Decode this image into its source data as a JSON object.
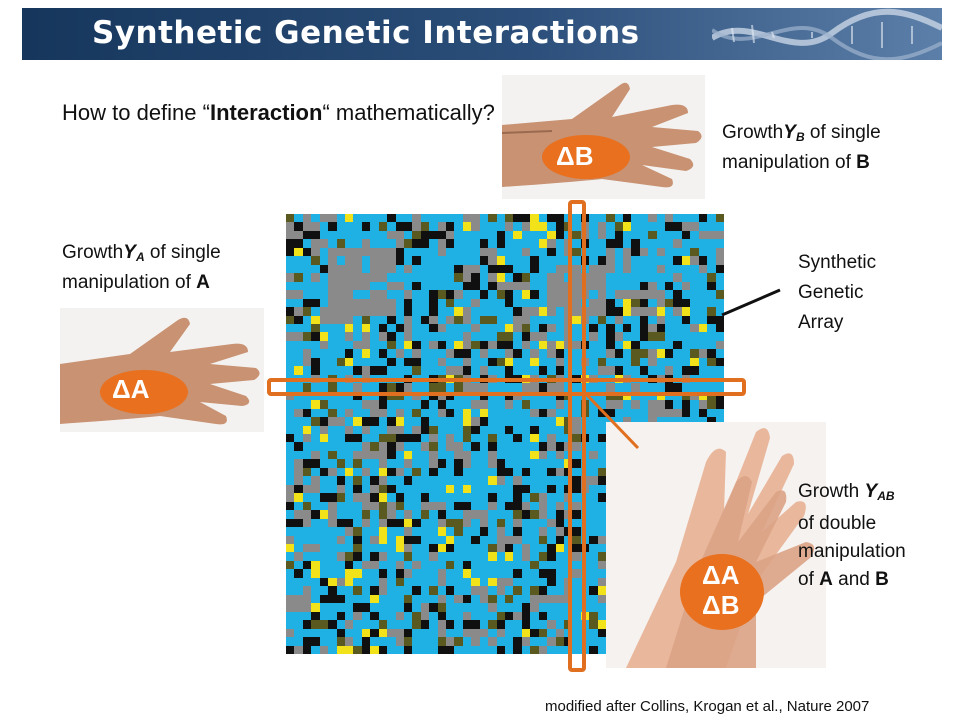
{
  "slide": {
    "title": "Synthetic Genetic Interactions",
    "question_pre": "How to define “",
    "question_bold": "Interaction",
    "question_post": "“ mathematically?",
    "growth_b": {
      "lead": "Growth",
      "var": "Y",
      "sub": "B",
      "rest": " of single",
      "line2_pre": "manipulation  of ",
      "line2_bold": "B"
    },
    "growth_a": {
      "lead": "Growth",
      "var": "Y",
      "sub": "A",
      "rest": " of single",
      "line2_pre": "manipulation  of ",
      "line2_bold": "A"
    },
    "growth_ab": {
      "line1_pre": "Growth  ",
      "var": "Y",
      "sub": "AB",
      "line2": "of double",
      "line3": "manipulation",
      "line4_pre": "of ",
      "bold_a": "A",
      "and": " and ",
      "bold_b": "B"
    },
    "array_label": [
      "Synthetic",
      "Genetic",
      "Array"
    ],
    "badge_a": "ΔA",
    "badge_b": "ΔB",
    "badge_ab_1": "ΔA",
    "badge_ab_2": "ΔB",
    "reference": "modified after Collins, Krogan et al., Nature 2007",
    "colors": {
      "header": "#1f4068",
      "accent": "#e07020",
      "cyan": "#1fb0e4",
      "gray": "#8a8a8a",
      "black": "#101010",
      "yellow": "#f2e21a",
      "olive": "#5a5a20"
    }
  }
}
